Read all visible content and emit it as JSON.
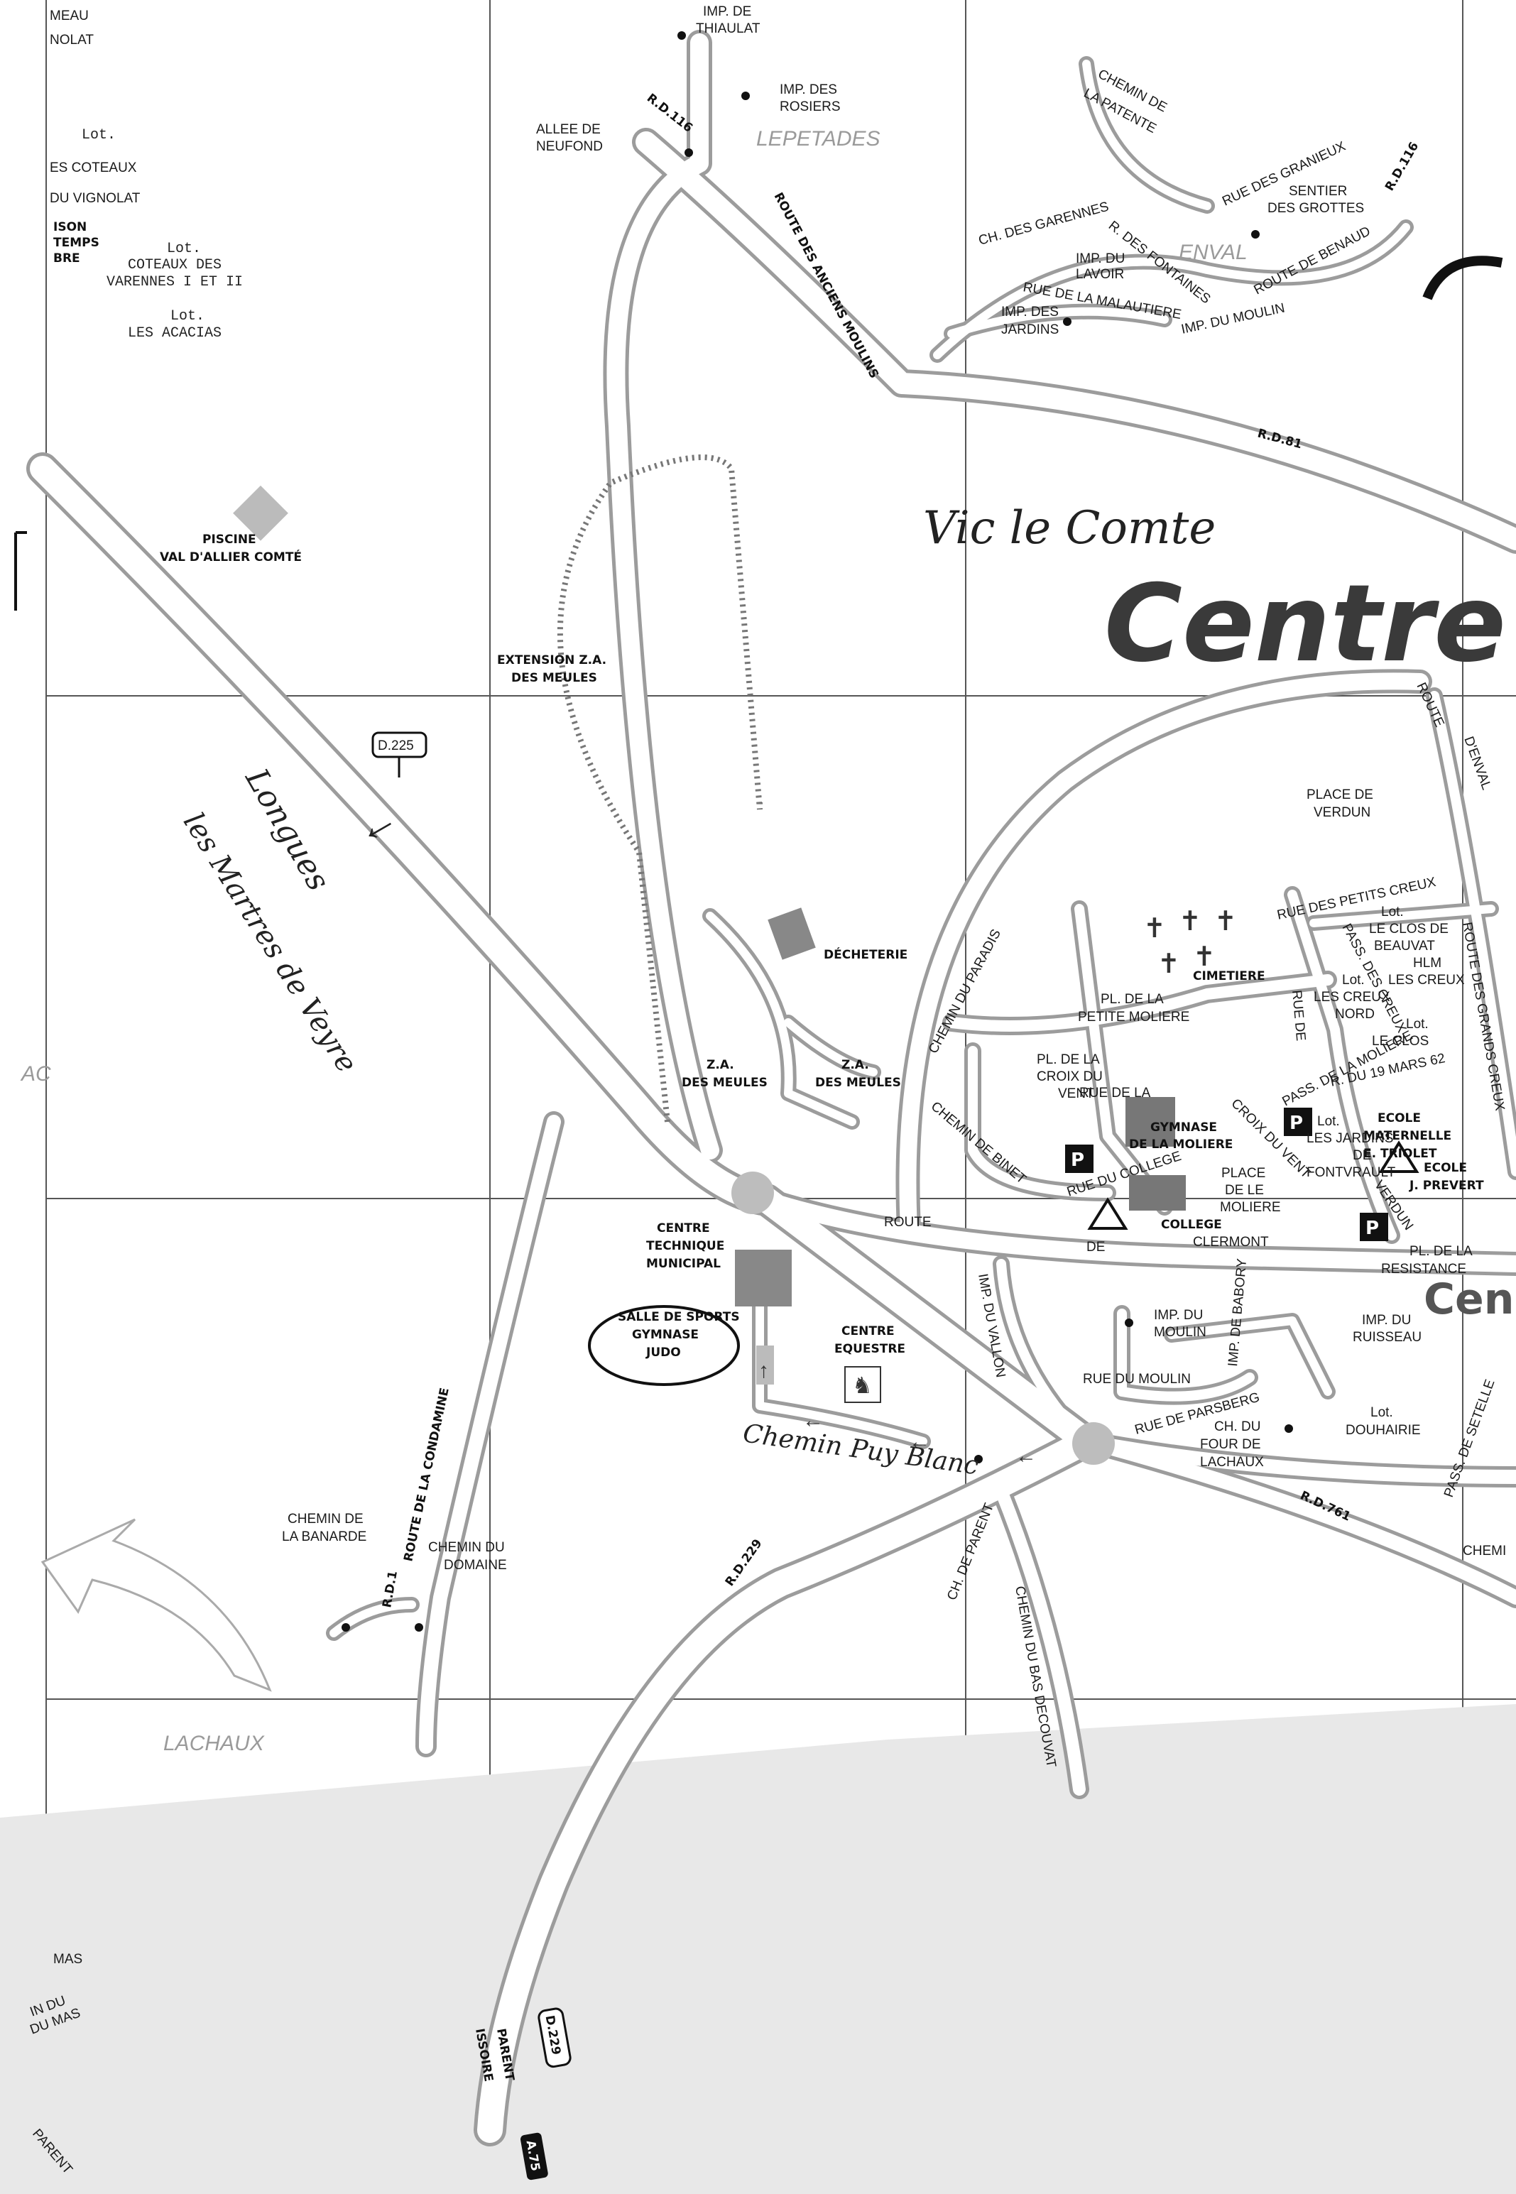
{
  "handwritten": {
    "town": "Vic le Comte",
    "road_note_1": "Longues",
    "road_note_2": "les Martres de Veyre",
    "path_note": "Chemin Puy Blanc"
  },
  "area_names": {
    "lepetades": "LEPETADES",
    "enval": "ENVAL",
    "lachaux": "LACHAUX",
    "centre_big": "Centre",
    "centre_small": "Cen"
  },
  "road_refs": {
    "rd116_top": "R.D.116",
    "rd116_right": "R.D.116",
    "rd81": "R.D.81",
    "d225": "D.225",
    "rd1": "R.D.1",
    "rd229": "R.D.229",
    "rd761": "R.D.761",
    "d229_shield": "D.229",
    "a75_shield": "A.75"
  },
  "streets": {
    "imp_thiaulat_1": "IMP. DE",
    "imp_thiaulat_2": "THIAULAT",
    "imp_rosiers_1": "IMP. DES",
    "imp_rosiers_2": "ROSIERS",
    "allee_neufond_1": "ALLEE DE",
    "allee_neufond_2": "NEUFOND",
    "route_anciens_moulins": "ROUTE DES ANCIENS MOULINS",
    "chemin_patente_1": "CHEMIN DE",
    "chemin_patente_2": "LA PATENTE",
    "rue_granieux": "RUE DES GRANIEUX",
    "sentier_grottes_1": "SENTIER",
    "sentier_grottes_2": "DES GROTTES",
    "route_benaud": "ROUTE DE BENAUD",
    "ch_garennes": "CH. DES GARENNES",
    "r_fontaines": "R. DES FONTAINES",
    "imp_lavoir_1": "IMP. DU",
    "imp_lavoir_2": "LAVOIR",
    "rue_malautiere": "RUE DE LA MALAUTIERE",
    "imp_jardins_1": "IMP. DES",
    "imp_jardins_2": "JARDINS",
    "imp_moulin_top": "IMP. DU MOULIN",
    "route_enval_1": "ROUTE",
    "route_enval_2": "D'ENVAL",
    "place_verdun_1": "PLACE DE",
    "place_verdun_2": "VERDUN",
    "rue_petits_creux": "RUE DES PETITS CREUX",
    "chemin_paradis": "CHEMIN DU PARADIS",
    "route_grands_creux": "ROUTE DES GRANDS CREUX",
    "pass_creux": "PASS. DES CREUX",
    "pl_petite_moliere_1": "PL. DE LA",
    "pl_petite_moliere_2": "PETITE MOLIERE",
    "pl_croix_vent_1": "PL. DE LA",
    "pl_croix_vent_2": "CROIX DU",
    "pl_croix_vent_3": "VENT",
    "rue_de_la": "RUE DE LA",
    "pass_croix_moliere": "PASS. DE LA MOLIERE",
    "croix_du_vent": "CROIX DU VENT",
    "rue_19_mars": "R. DU 19 MARS 62",
    "rue_de": "RUE DE",
    "chemin_binet": "CHEMIN DE BINET",
    "rue_college": "RUE DU COLLEGE",
    "place_moliere_1": "PLACE",
    "place_moliere_2": "DE LE",
    "place_moliere_3": "MOLIERE",
    "verdun": "VERDUN",
    "route_clermont_1": "ROUTE",
    "route_clermont_2": "DE",
    "route_clermont_3": "CLERMONT",
    "pl_resistance_1": "PL. DE LA",
    "pl_resistance_2": "RESISTANCE",
    "imp_vallon": "IMP. DU VALLON",
    "imp_moulin_1": "IMP. DU",
    "imp_moulin_2": "MOULIN",
    "imp_babory": "IMP. DE BABORY",
    "imp_ruisseau_1": "IMP. DU",
    "imp_ruisseau_2": "RUISSEAU",
    "rue_du_moulin": "RUE DU MOULIN",
    "rue_de_parsberg": "RUE DE PARSBERG",
    "ch_four_1": "CH. DU",
    "ch_four_2": "FOUR DE",
    "ch_four_3": "LACHAUX",
    "pass_setelle": "PASS. DE SETELLE",
    "chemin_right": "CHEMI",
    "chemin_banarde_1": "CHEMIN DE",
    "chemin_banarde_2": "LA BANARDE",
    "chemin_domaine_1": "CHEMIN DU",
    "chemin_domaine_2": "DOMAINE",
    "route_condamine": "ROUTE DE LA CONDAMINE",
    "ch_de_parent": "CH. DE PARENT",
    "chemin_bas_decouvat": "CHEMIN DU BAS DECOUVAT",
    "parent_1": "PARENT",
    "parent_2": "ISSOIRE",
    "edge_meau": "MEAU",
    "edge_nolat": "NOLAT",
    "edge_lot": "Lot.",
    "edge_coteaux": "ES COTEAUX",
    "edge_vignolat": "DU VIGNOLAT",
    "edge_ison": "ISON",
    "edge_temps": "TEMPS",
    "edge_bre": "BRE",
    "coteaux_lot": "Lot.",
    "coteaux_1": "COTEAUX DES",
    "coteaux_2": "VARENNES I ET II",
    "acacias_lot": "Lot.",
    "acacias": "LES ACACIAS",
    "edge_ac": "AC",
    "edge_mas": "MAS",
    "edge_in_du": "IN DU",
    "edge_du_mas": "DU MAS",
    "edge_parent": "PARENT"
  },
  "places": {
    "piscine_1": "PISCINE",
    "piscine_2": "VAL D'ALLIER COMTÉ",
    "extension_1": "EXTENSION Z.A.",
    "extension_2": "DES MEULES",
    "decheterie": "DÉCHETERIE",
    "za1_1": "Z.A.",
    "za1_2": "DES MEULES",
    "za2_1": "Z.A.",
    "za2_2": "DES MEULES",
    "cimetiere": "CIMETIERE",
    "gymnase_1": "GYMNASE",
    "gymnase_2": "DE LA MOLIERE",
    "college": "COLLEGE",
    "centre_tech_1": "CENTRE",
    "centre_tech_2": "TECHNIQUE",
    "centre_tech_3": "MUNICIPAL",
    "salle_1": "SALLE DE SPORTS",
    "salle_2": "GYMNASE",
    "salle_3": "JUDO",
    "equestre_1": "CENTRE",
    "equestre_2": "EQUESTRE",
    "ecole_mat_1": "ECOLE",
    "ecole_mat_2": "MATERNELLE",
    "ecole_mat_3": "E. TRIOLET",
    "ecole_prev_1": "ECOLE",
    "ecole_prev_2": "J. PREVERT",
    "lot_clos_beauvat_0": "Lot.",
    "lot_clos_beauvat_1": "LE CLOS DE",
    "lot_clos_beauvat_2": "BEAUVAT",
    "hlm_1": "HLM",
    "hlm_2": "LES CREUX",
    "lot_creux_nord_0": "Lot.",
    "lot_creux_nord_1": "LES CREUX",
    "lot_creux_nord_2": "NORD",
    "lot_clos_0": "Lot.",
    "lot_clos_1": "LE CLOS",
    "lot_jardins_0": "Lot.",
    "lot_jardins_1": "LES JARDINS",
    "lot_jardins_2": "DE",
    "lot_jardins_3": "FONTVRAULT",
    "lot_douhairie_0": "Lot.",
    "lot_douhairie_1": "DOUHAIRIE",
    "parking": "P"
  }
}
